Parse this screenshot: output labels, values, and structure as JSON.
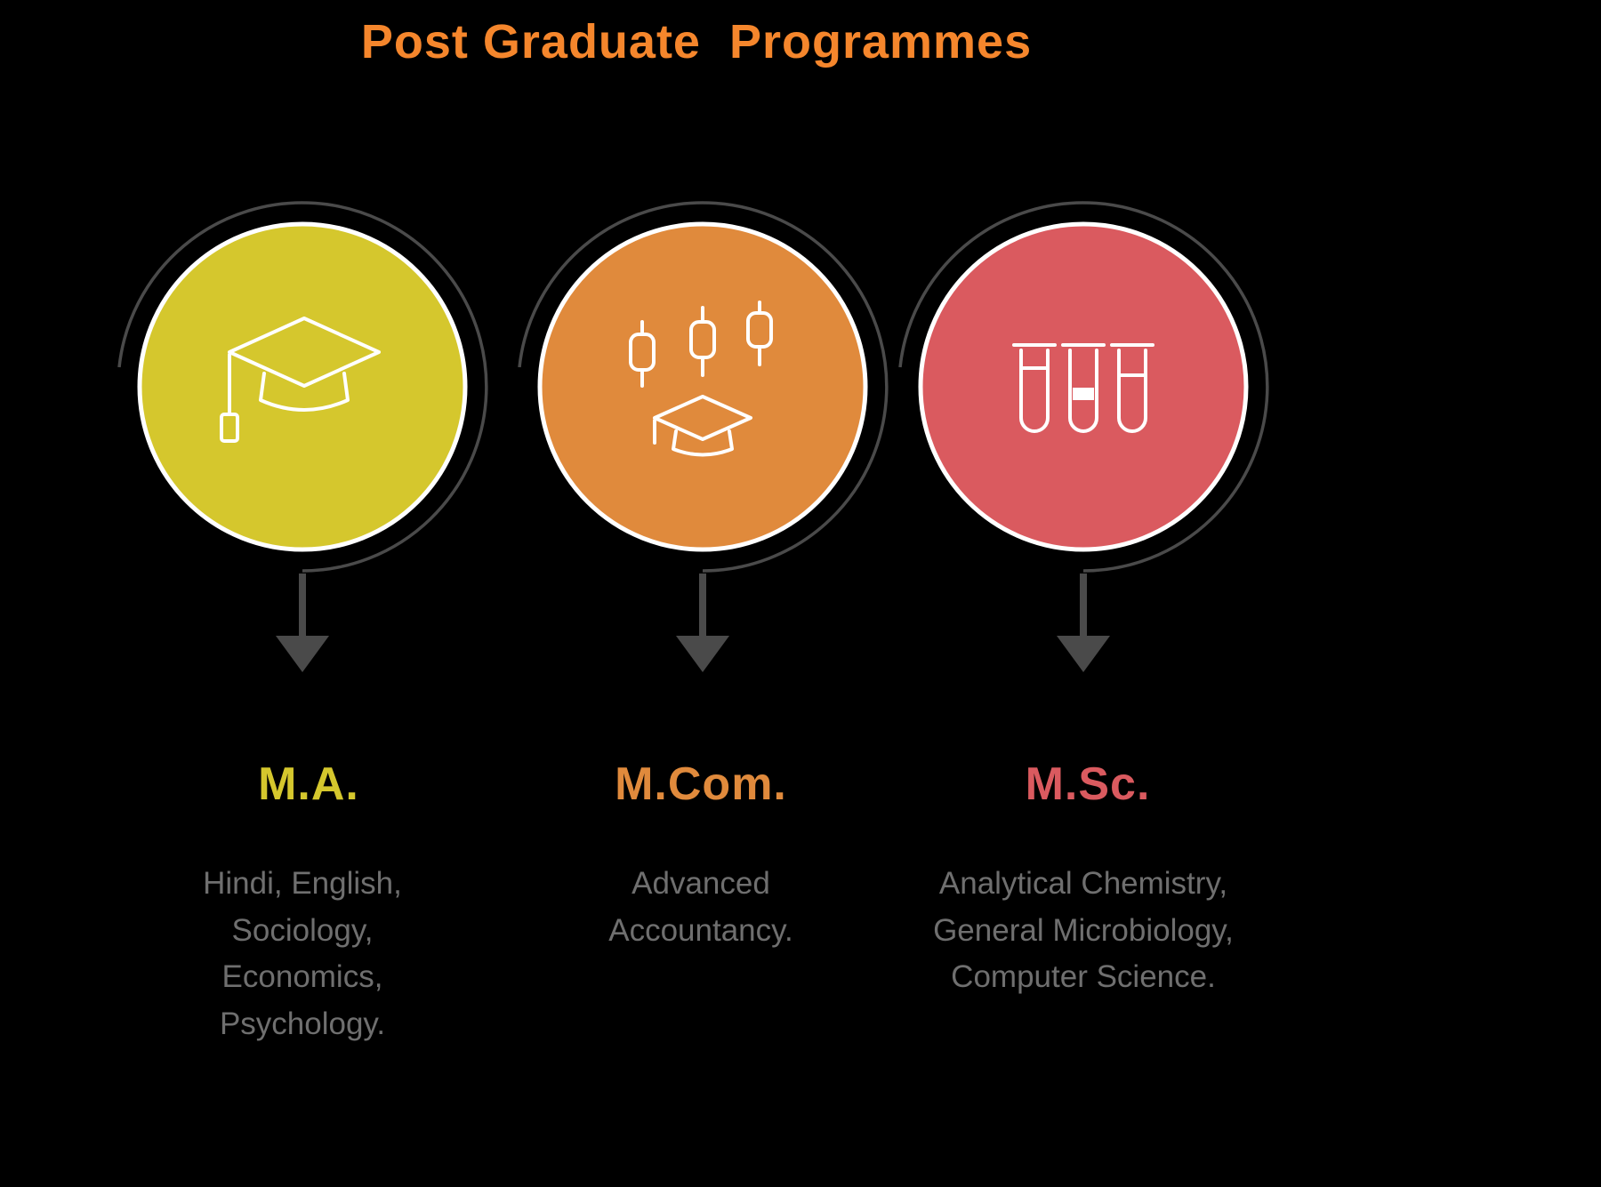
{
  "title": "Post Graduate  Programmes",
  "programmes": [
    {
      "name": "M.A.",
      "courses": "Hindi, English,\nSociology,\nEconomics,\nPsychology.",
      "color": "#d5c72d",
      "icon": "graduation-cap-icon"
    },
    {
      "name": "M.Com.",
      "courses": "Advanced\nAccountancy.",
      "color": "#e08a3c",
      "icon": "finance-chart-graduation-icon"
    },
    {
      "name": "M.Sc.",
      "courses": "Analytical Chemistry,\nGeneral Microbiology,\nComputer Science.",
      "color": "#da5a5f",
      "icon": "test-tubes-icon"
    }
  ],
  "style": {
    "background": "#000000",
    "title_color": "#f5862c",
    "text_color": "#6f6f6f",
    "arc_color": "#4a4a4a",
    "icon_color": "#ffffff"
  }
}
